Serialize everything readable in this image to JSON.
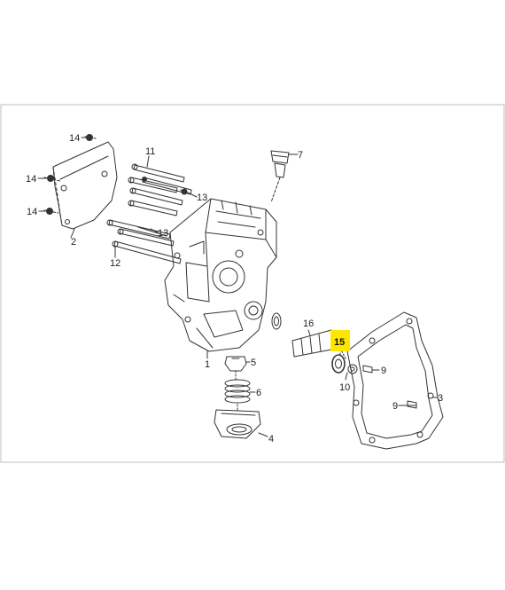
{
  "diagram": {
    "highlight_color": "#ffe600",
    "line_color": "#333333",
    "border_color": "#bfbfbf",
    "callouts": {
      "c14a": "14",
      "c14b": "14",
      "c14c": "14",
      "c2": "2",
      "c11": "11",
      "c13a": "13",
      "c13b": "13",
      "c12": "12",
      "c7": "7",
      "c1": "1",
      "c16": "16",
      "c15": "15",
      "c5": "5",
      "c6": "6",
      "c4": "4",
      "c9a": "9",
      "c9b": "9",
      "c10": "10",
      "c3": "3"
    }
  }
}
